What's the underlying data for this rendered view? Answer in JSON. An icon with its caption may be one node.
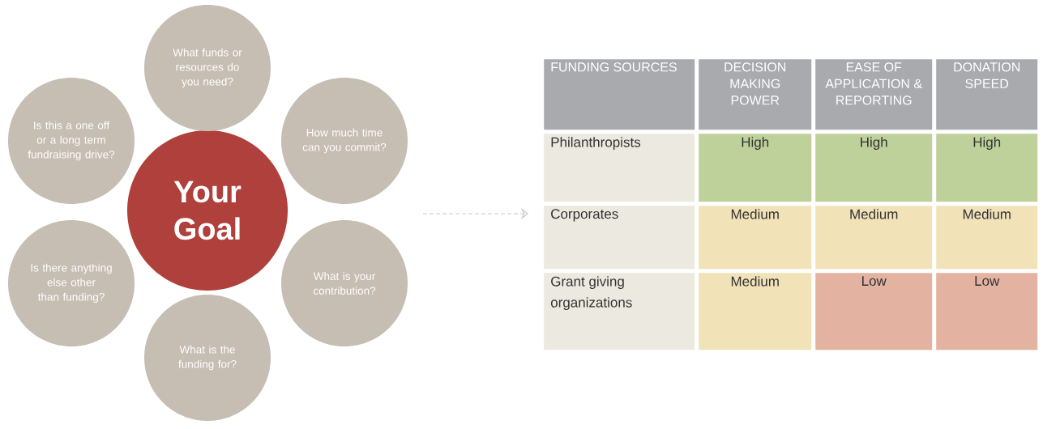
{
  "diagram": {
    "nodes": [
      {
        "text": [
          "Your Goal"
        ]
      },
      {
        "text": [
          "What funds or resources do you need?"
        ]
      },
      {
        "text": [
          "How much time can you commit?"
        ]
      },
      {
        "text": [
          "What is your contribution?"
        ]
      },
      {
        "text": [
          "What is the funding for?"
        ]
      },
      {
        "text": [
          "Is there anything else other than funding?"
        ]
      },
      {
        "text": [
          "Is this a one off or a long term fundraising drive?"
        ]
      },
      {
        "text": [
          "FUNDING SOURCES"
        ]
      },
      {
        "text": [
          "DECISION MAKING POWER"
        ]
      },
      {
        "text": [
          "EASE  OF APPLICATION & REPORTING"
        ]
      },
      {
        "text": [
          "DONATION SPEED"
        ]
      },
      {
        "text": [
          "Philanthropists"
        ]
      },
      {
        "text": [
          "High"
        ]
      },
      {
        "text": [
          "High"
        ]
      },
      {
        "text": [
          "High"
        ]
      },
      {
        "text": [
          "Corporates"
        ]
      },
      {
        "text": [
          "Medium"
        ]
      },
      {
        "text": [
          "Medium"
        ]
      },
      {
        "text": [
          "Medium"
        ]
      },
      {
        "text": [
          "Grant giving organizations"
        ]
      },
      {
        "text": [
          "Medium"
        ]
      },
      {
        "text": [
          "Low"
        ]
      },
      {
        "text": [
          "Low"
        ]
      }
    ],
    "edges": [
      {
        "from": null,
        "to": 15,
        "arrow": "to",
        "style": "dashed",
        "color": "#c8c8c8"
      }
    ]
  }
}
